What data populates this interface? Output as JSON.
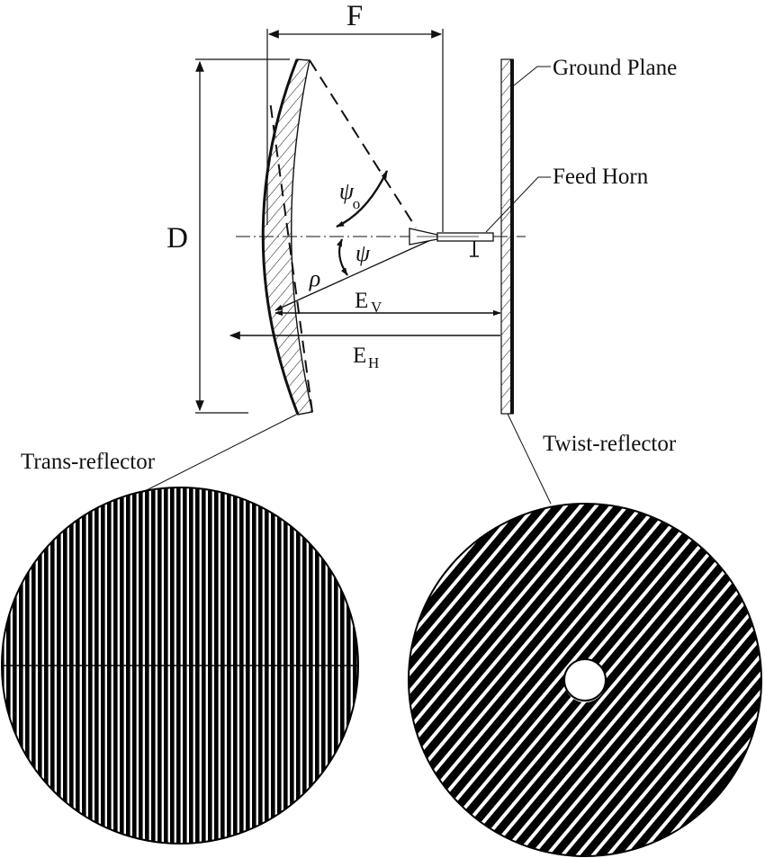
{
  "labels": {
    "focal_length": "F",
    "diameter": "D",
    "ground_plane": "Ground Plane",
    "feed_horn": "Feed Horn",
    "trans_reflector": "Trans-reflector",
    "twist_reflector": "Twist-reflector",
    "psi0_symbol": "ψ",
    "psi0_subscript": "o",
    "psi_symbol": "ψ",
    "rho_symbol": "ρ",
    "ev_symbol": "E",
    "ev_subscript": "V",
    "eh_symbol": "E",
    "eh_subscript": "H"
  },
  "colors": {
    "ink": "#111111",
    "background": "#ffffff"
  }
}
